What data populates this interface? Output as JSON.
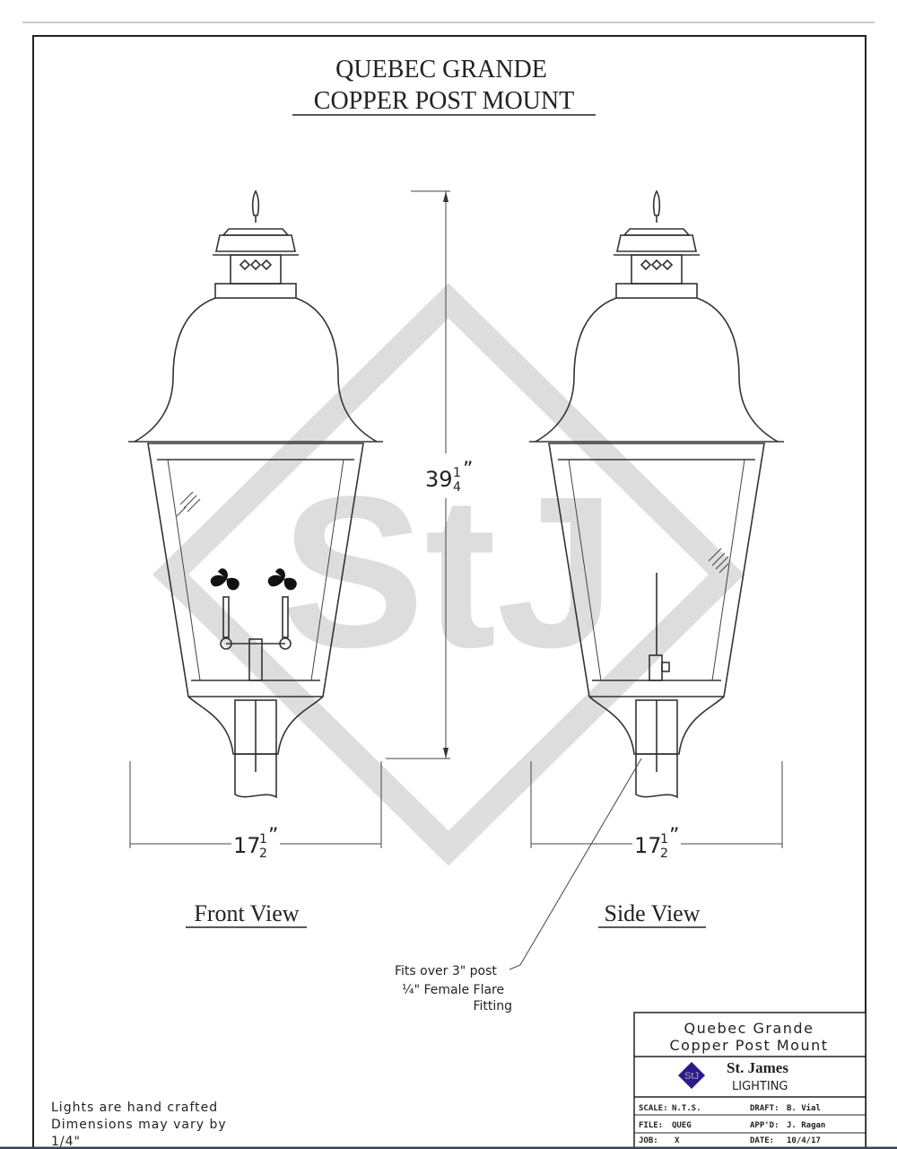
{
  "title": {
    "line1": "QUEBEC GRANDE",
    "line2": "COPPER POST MOUNT"
  },
  "watermark": "StJ",
  "dimensions": {
    "height": {
      "whole": "39",
      "num": "1",
      "den": "4"
    },
    "front_width": {
      "whole": "17",
      "num": "1",
      "den": "2"
    },
    "side_width": {
      "whole": "17",
      "num": "1",
      "den": "2"
    }
  },
  "views": {
    "front": "Front View",
    "side": "Side View"
  },
  "callout": {
    "line1": "Fits over 3\" post",
    "line2": "¼\" Female Flare",
    "line3": "Fitting"
  },
  "notes": {
    "line1": "Lights are hand crafted",
    "line2": "Dimensions may vary by",
    "line3": "1/4\""
  },
  "title_block": {
    "name1": "Quebec Grande",
    "name2": "Copper Post Mount",
    "company": "St. James",
    "company_sub": "LIGHTING",
    "logo": "StJ",
    "logo_color": "#2a1a8a",
    "fields": [
      {
        "label": "SCALE:",
        "value": "N.T.S.",
        "label2": "DRAFT:",
        "value2": "B. Vial"
      },
      {
        "label": "FILE:",
        "value": "QUEG",
        "label2": "APP'D:",
        "value2": "J. Ragan"
      },
      {
        "label": "JOB:",
        "value": "X",
        "label2": "DATE:",
        "value2": "10/4/17"
      }
    ]
  }
}
